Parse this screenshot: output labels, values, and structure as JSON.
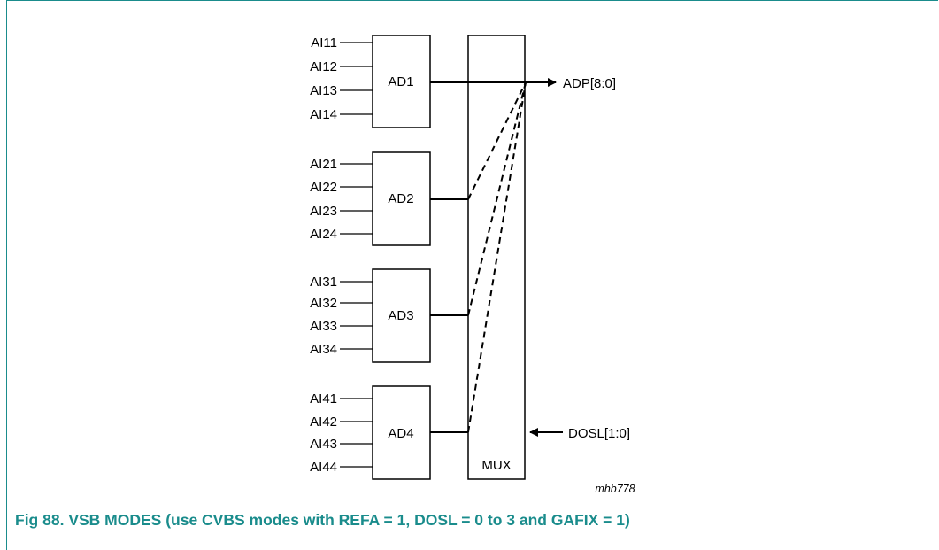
{
  "figure": {
    "number": "Fig 88.",
    "title": "VSB MODES (use CVBS modes with REFA = 1, DOSL = 0 to 3 and GAFIX = 1)",
    "code": "mhb778"
  },
  "blocks": [
    {
      "label": "AD1",
      "inputs": [
        "AI11",
        "AI12",
        "AI13",
        "AI14"
      ]
    },
    {
      "label": "AD2",
      "inputs": [
        "AI21",
        "AI22",
        "AI23",
        "AI24"
      ]
    },
    {
      "label": "AD3",
      "inputs": [
        "AI31",
        "AI32",
        "AI33",
        "AI34"
      ]
    },
    {
      "label": "AD4",
      "inputs": [
        "AI41",
        "AI42",
        "AI43",
        "AI44"
      ]
    }
  ],
  "mux": {
    "label": "MUX"
  },
  "output": {
    "label": "ADP[8:0]"
  },
  "select": {
    "label": "DOSL[1:0]"
  }
}
